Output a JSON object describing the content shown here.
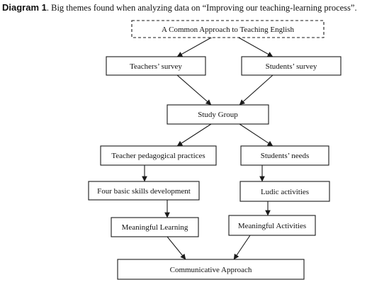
{
  "caption": {
    "label": "Diagram 1",
    "text": ". Big themes found when analyzing data on “Improving our teaching-learning process”."
  },
  "nodes": {
    "common": "A Common Approach to Teaching English",
    "teachers_survey": "Teachers’ survey",
    "students_survey": "Students’ survey",
    "study_group": "Study Group",
    "teacher_practices": "Teacher pedagogical practices",
    "students_needs": "Students’ needs",
    "four_skills": "Four basic skills development",
    "ludic": "Ludic activities",
    "meaningful_learning": "Meaningful Learning",
    "meaningful_activities": "Meaningful Activities",
    "communicative": "Communicative Approach"
  }
}
